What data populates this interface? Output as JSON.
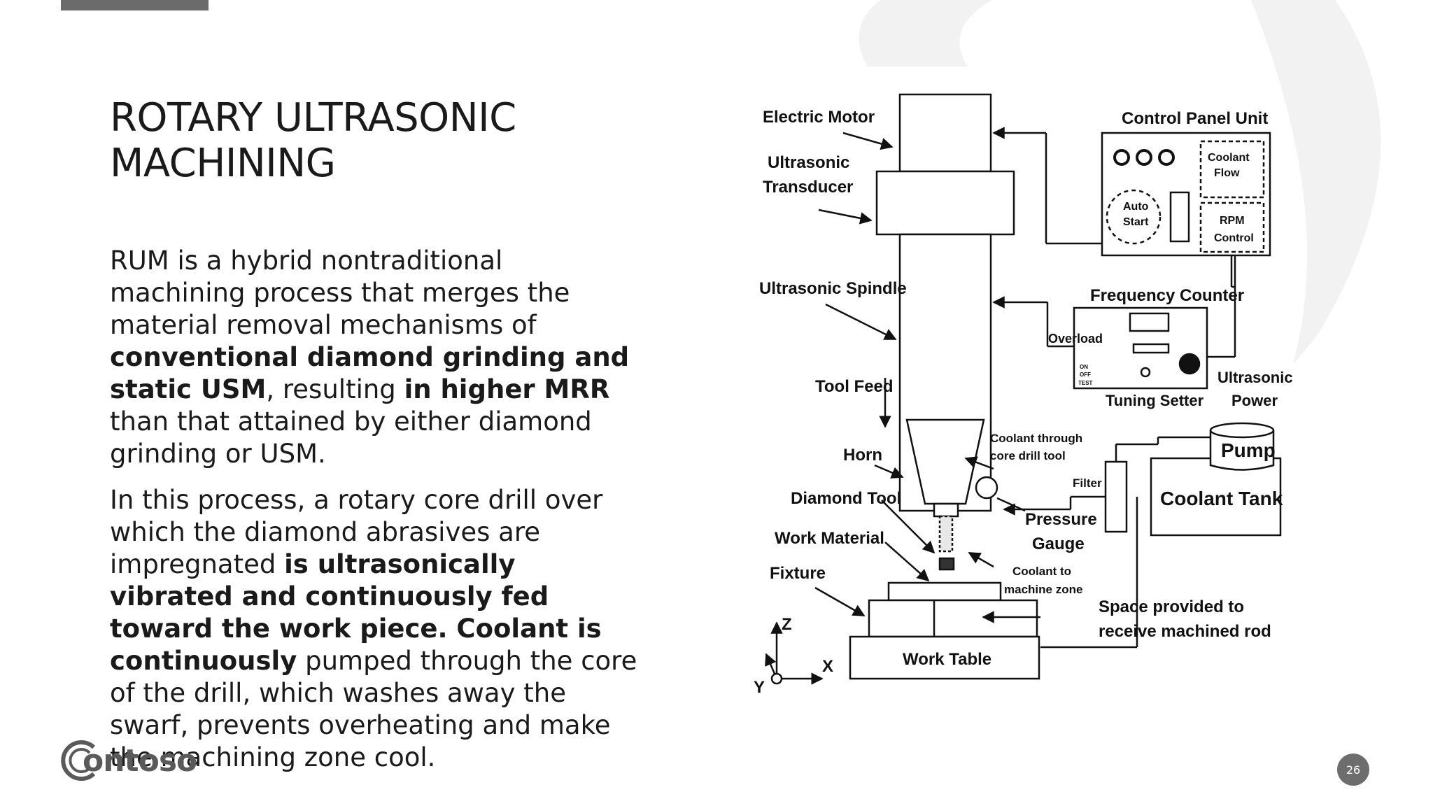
{
  "slide": {
    "title": "ROTARY ULTRASONIC MACHINING",
    "page_number": "26",
    "colors": {
      "accent_bar": "#6b6b6b",
      "background_arc": "#f2f2f2",
      "badge": "#6d6d6d"
    }
  },
  "para1": {
    "s1": "RUM is a hybrid nontraditional machining process that merges the material removal mechanisms of ",
    "b1": "conventional diamond grinding and static USM",
    "s2": ", resulting ",
    "b2": "in higher MRR",
    "s3": " than that attained by either diamond grinding or USM."
  },
  "para2": {
    "s1": "In this process, a rotary core drill over which the diamond abrasives are impregnated ",
    "b1": "is ultrasonically vibrated and continuously fed toward the work piece. Coolant is continuously",
    "s2": " pumped through the core of the drill, which washes away the swarf, prevents overheating  and make the machining zone cool."
  },
  "logo": {
    "text": "ontoso"
  },
  "diagram": {
    "labels": {
      "electric_motor": "Electric Motor",
      "ultrasonic": "Ultrasonic",
      "transducer": "Transducer",
      "ultrasonic_spindle": "Ultrasonic Spindle",
      "tool_feed": "Tool Feed",
      "horn": "Horn",
      "diamond_tool": "Diamond Tool",
      "work_material": "Work Material",
      "fixture": "Fixture",
      "z_axis": "Z",
      "x_axis": "X",
      "y_axis": "Y",
      "work_table": "Work Table",
      "control_panel_unit": "Control Panel Unit",
      "coolant": "Coolant",
      "flow": "Flow",
      "auto": "Auto",
      "start": "Start",
      "rpm": "RPM",
      "control": "Control",
      "frequency_counter": "Frequency Counter",
      "overload": "Overload",
      "on": "ON",
      "off": "OFF",
      "test": "TEST",
      "tuning_setter": "Tuning Setter",
      "ultrasonic2": "Ultrasonic",
      "power": "Power",
      "pump": "Pump",
      "coolant_tank": "Coolant Tank",
      "filter": "Filter",
      "coolant_through": "Coolant through",
      "core_drill_tool": "core drill tool",
      "pressure": "Pressure",
      "gauge": "Gauge",
      "coolant_to": "Coolant to",
      "machine_zone": "machine zone",
      "space_provided": "Space provided to",
      "receive_rod": "receive machined rod"
    }
  }
}
